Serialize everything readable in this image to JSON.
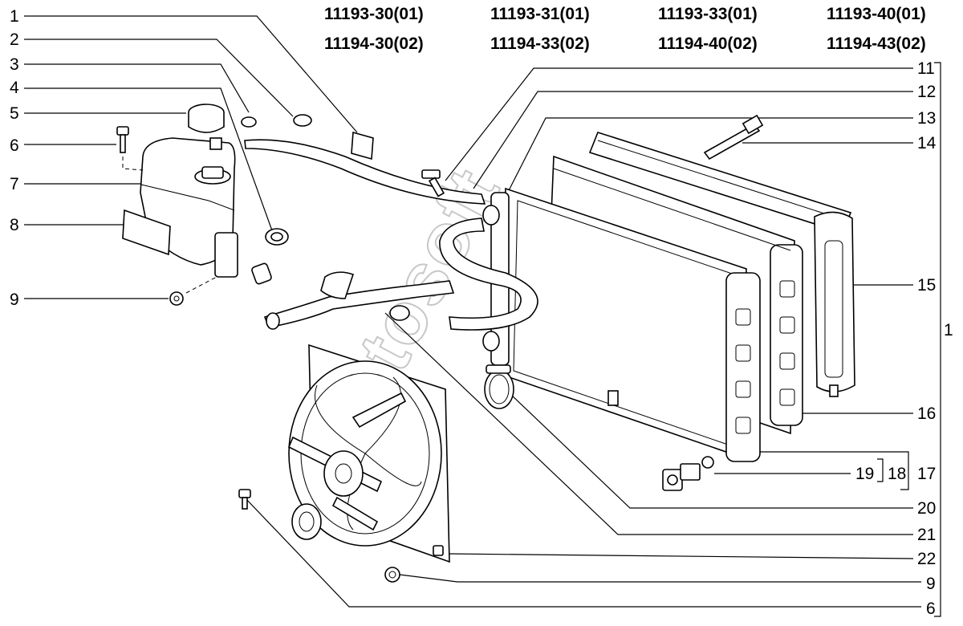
{
  "models": [
    [
      "11193-30(01)",
      "11193-31(01)",
      "11193-33(01)",
      "11193-40(01)"
    ],
    [
      "11194-30(02)",
      "11194-33(02)",
      "11194-40(02)",
      "11194-43(02)"
    ]
  ],
  "callouts_left": [
    "1",
    "2",
    "3",
    "4",
    "5",
    "6",
    "7",
    "8",
    "9"
  ],
  "callouts_right": [
    "11",
    "12",
    "13",
    "14",
    "15",
    "16",
    "17",
    "18",
    "19",
    "20",
    "21",
    "22",
    "9",
    "6"
  ],
  "assembly_callout": "1",
  "watermark": "Autosoft"
}
